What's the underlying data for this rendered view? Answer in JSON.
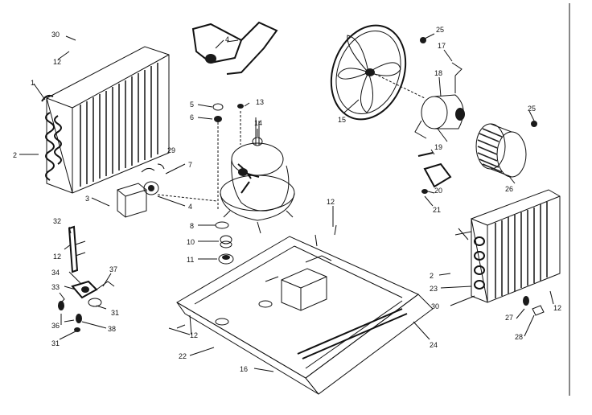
{
  "labels": {
    "l30a": "30",
    "l12a": "12",
    "l1": "1",
    "l2a": "2",
    "l3": "3",
    "l4a": "4",
    "l5": "5",
    "l6": "6",
    "l7": "7",
    "l29": "29",
    "l4b": "4",
    "l13": "13",
    "l14": "14",
    "l8": "8",
    "l10": "10",
    "l11": "11",
    "l32": "32",
    "l12b": "12",
    "l34": "34",
    "l33": "33",
    "l37": "37",
    "l31a": "31",
    "l36": "36",
    "l38": "38",
    "l31b": "31",
    "l12c": "12",
    "l22": "22",
    "l16": "16",
    "l15": "15",
    "l25a": "25",
    "l17": "17",
    "l18": "18",
    "l25b": "25",
    "l19": "19",
    "l20": "20",
    "l21": "21",
    "l26": "26",
    "l12d": "12",
    "l24": "24",
    "l2b": "2",
    "l23": "23",
    "l30b": "30",
    "l27": "27",
    "l28": "28",
    "l12e": "12"
  }
}
